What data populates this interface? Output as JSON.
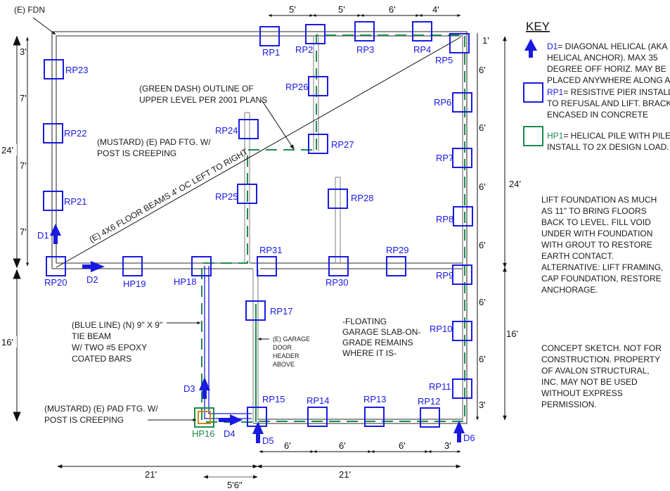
{
  "key": {
    "heading": "KEY",
    "items": [
      {
        "code": "D1",
        "color": "#1818e6",
        "lines": [
          "= DIAGONAL HELICAL (AKA",
          "HELICAL ANCHOR). MAX 35",
          "DEGREE OFF HORIZ. MAY BE",
          "PLACED ANYWHERE ALONG AXIS"
        ]
      },
      {
        "code": "RP1",
        "color": "#1818e6",
        "lines": [
          "= RESISTIVE PIER INSTALLED",
          "TO REFUSAL AND LIFT. BRACKET",
          "ENCASED IN CONCRETE"
        ]
      },
      {
        "code": "HP1",
        "color": "#1e8a4c",
        "lines": [
          "= HELICAL PILE WITH PILE CAP.",
          "INSTALL TO 2X DESIGN LOAD."
        ]
      }
    ]
  },
  "notes": {
    "lift": [
      "LIFT FOUNDATION AS MUCH",
      "AS 11\" TO BRING FLOORS",
      "BACK TO LEVEL. FILL VOID",
      "UNDER WITH FOUNDATION",
      "WITH GROUT TO RESTORE",
      "EARTH CONTACT.",
      "ALTERNATIVE: LIFT FRAMING,",
      "CAP FOUNDATION, RESTORE",
      "ANCHORAGE."
    ],
    "disclaimer": [
      "CONCEPT SKETCH. NOT FOR",
      "CONSTRUCTION. PROPERTY",
      "OF AVALON STRUCTURAL,",
      "INC. MAY NOT BE USED",
      "WITHOUT EXPRESS",
      "PERMISSION."
    ]
  },
  "callouts": {
    "fdn": "(E) FDN",
    "green_dash": [
      "(GREEN DASH) OUTLINE OF",
      "UPPER LEVEL PER 2001 PLANS"
    ],
    "mustard_top": [
      "(MUSTARD) (E) PAD FTG. W/",
      "POST IS CREEPING"
    ],
    "floor_beams": "(E) 4X6 FLOOR BEAMS 4' OC LEFT TO RIGHT",
    "tie_beam": [
      "(BLUE LINE) (N) 9\" X 9\"",
      "TIE BEAM",
      "W/ TWO #5 EPOXY",
      "COATED BARS"
    ],
    "mustard_bottom": [
      "(MUSTARD) (E) PAD FTG. W/",
      "POST IS CREEPING"
    ],
    "garage_door": [
      "(E) GARAGE",
      "DOOR",
      "HEADER",
      "ABOVE"
    ],
    "slab": [
      "-FLOATING",
      "GARAGE SLAB-ON-",
      "GRADE REMAINS",
      "WHERE IT IS-"
    ]
  },
  "piers": {
    "RP1": "RP1",
    "RP2": "RP2",
    "RP3": "RP3",
    "RP4": "RP4",
    "RP5": "RP5",
    "RP6": "RP6",
    "RP7": "RP7",
    "RP8": "RP8",
    "RP9": "RP9",
    "RP10": "RP10",
    "RP11": "RP11",
    "RP12": "RP12",
    "RP13": "RP13",
    "RP14": "RP14",
    "RP15": "RP15",
    "HP16": "HP16",
    "RP17": "RP17",
    "HP18": "HP18",
    "HP19": "HP19",
    "RP20": "RP20",
    "RP21": "RP21",
    "RP22": "RP22",
    "RP23": "RP23",
    "RP24": "RP24",
    "RP25": "RP25",
    "RP26": "RP26",
    "RP27": "RP27",
    "RP28": "RP28",
    "RP29": "RP29",
    "RP30": "RP30",
    "RP31": "RP31"
  },
  "anchors": {
    "D1": "D1",
    "D2": "D2",
    "D3": "D3",
    "D4": "D4",
    "D5": "D5",
    "D6": "D6"
  },
  "dimensions": {
    "top": [
      "5'",
      "5'",
      "6'",
      "4'"
    ],
    "right_inner": [
      "1'",
      "6'",
      "6'",
      "6'",
      "6'",
      "6'",
      "6'",
      "3'"
    ],
    "right_outer": [
      "24'",
      "16'"
    ],
    "left_inner": [
      "3'",
      "7'",
      "7'",
      "7'"
    ],
    "left_outer": [
      "24'",
      "16'"
    ],
    "bottom_inner": [
      "6'",
      "6'",
      "6'",
      "3'"
    ],
    "bottom_outer": [
      "21'",
      "21'"
    ],
    "bottom_offset": "5'6\""
  }
}
